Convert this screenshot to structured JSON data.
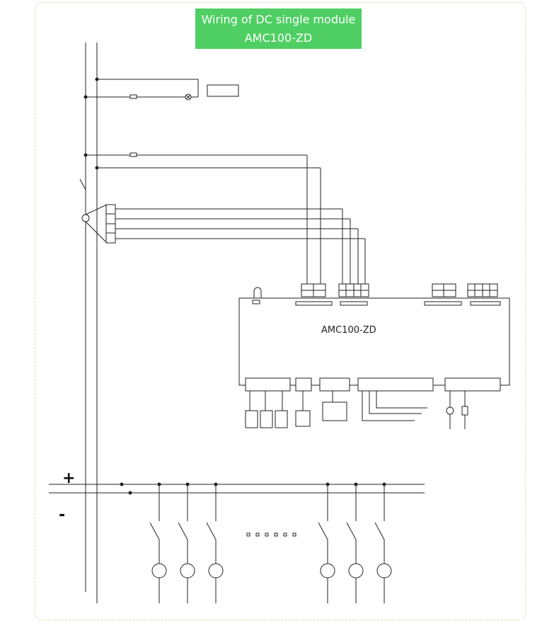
{
  "title": {
    "line1": "Wiring of DC single module",
    "line2": "AMC100-ZD"
  },
  "module": {
    "name": "AMC100-ZD"
  },
  "bus": {
    "plus": "+",
    "minus": "-"
  }
}
